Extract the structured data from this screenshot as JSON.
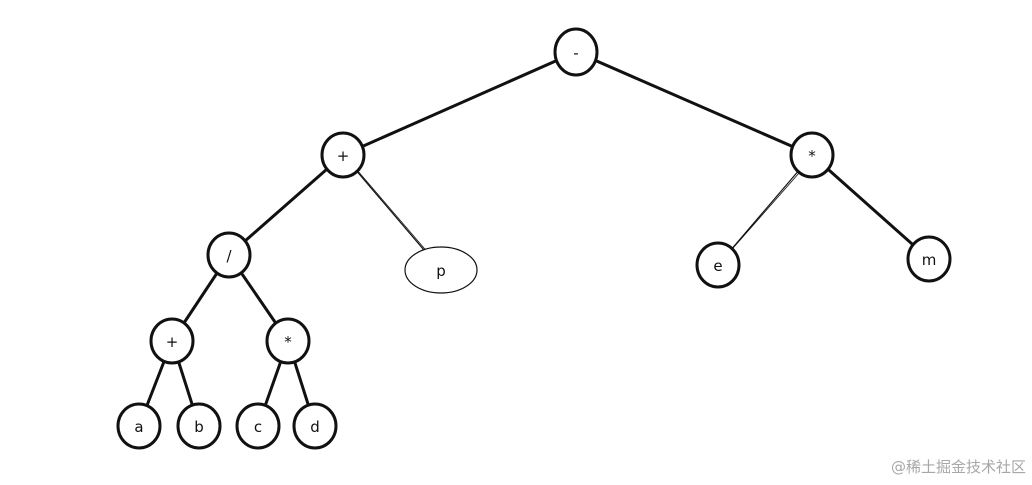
{
  "tree": {
    "nodes": [
      {
        "id": "root",
        "label": "-"
      },
      {
        "id": "plus1",
        "label": "+"
      },
      {
        "id": "mul1",
        "label": "*"
      },
      {
        "id": "div",
        "label": "/"
      },
      {
        "id": "p",
        "label": "p"
      },
      {
        "id": "e",
        "label": "e"
      },
      {
        "id": "m",
        "label": "m"
      },
      {
        "id": "plus2",
        "label": "+"
      },
      {
        "id": "mul2",
        "label": "*"
      },
      {
        "id": "a",
        "label": "a"
      },
      {
        "id": "b",
        "label": "b"
      },
      {
        "id": "c",
        "label": "c"
      },
      {
        "id": "d",
        "label": "d"
      }
    ],
    "edges": [
      {
        "from": "root",
        "to": "plus1"
      },
      {
        "from": "root",
        "to": "mul1"
      },
      {
        "from": "plus1",
        "to": "div"
      },
      {
        "from": "plus1",
        "to": "p"
      },
      {
        "from": "mul1",
        "to": "e"
      },
      {
        "from": "mul1",
        "to": "m"
      },
      {
        "from": "div",
        "to": "plus2"
      },
      {
        "from": "div",
        "to": "mul2"
      },
      {
        "from": "plus2",
        "to": "a"
      },
      {
        "from": "plus2",
        "to": "b"
      },
      {
        "from": "mul2",
        "to": "c"
      },
      {
        "from": "mul2",
        "to": "d"
      }
    ]
  },
  "watermark": "@稀土掘金技术社区"
}
